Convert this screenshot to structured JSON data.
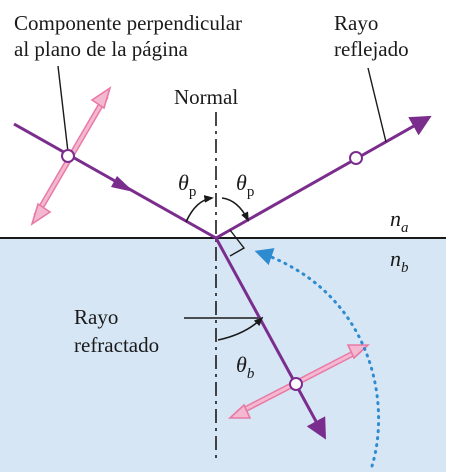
{
  "labels": {
    "component_line1": "Componente perpendicular",
    "component_line2": "al plano de la página",
    "reflected_line1": "Rayo",
    "reflected_line2": "reflejado",
    "normal": "Normal",
    "refracted_line1": "Rayo",
    "refracted_line2": "refractado"
  },
  "symbols": {
    "theta": "θ",
    "polarizing_sub": "p",
    "refraction_sub": "b",
    "index": "n",
    "index_a_sub": "a",
    "index_b_sub": "b"
  },
  "colors": {
    "ray": "#7b2d8e",
    "polarization_arrow": "#e87aa6",
    "polarization_fill": "#f4b8d0",
    "lower_medium": "#d6e6f5",
    "dotted_arrow": "#2e8bd0",
    "lines": "#1a1a1a"
  }
}
